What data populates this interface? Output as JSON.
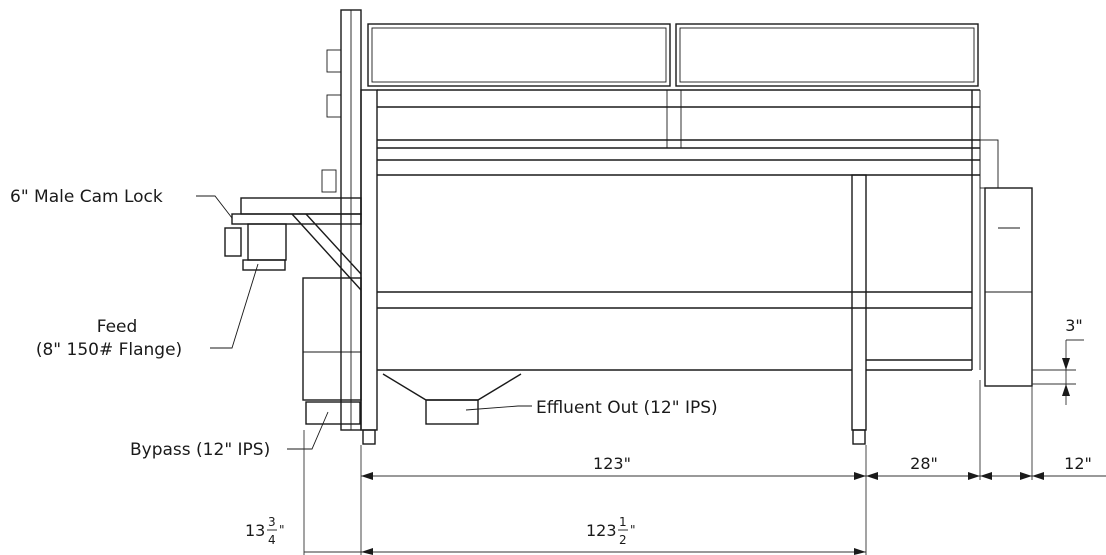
{
  "callouts": {
    "cam_lock": "6\" Male Cam Lock",
    "feed_line1": "Feed",
    "feed_line2": "(8\" 150# Flange)",
    "bypass": "Bypass (12\" IPS)",
    "effluent": "Effluent Out (12\" IPS)"
  },
  "dimensions": {
    "d_123": "123\"",
    "d_28": "28\"",
    "d_12": "12\"",
    "d_3": "3\"",
    "d_13_whole": "13",
    "d_13_num": "3",
    "d_13_den": "4",
    "d_123h_whole": "123",
    "d_123h_num": "1",
    "d_123h_den": "2",
    "inch_mark": "\""
  },
  "colors": {
    "stroke": "#1a1a1a",
    "background": "#ffffff"
  }
}
